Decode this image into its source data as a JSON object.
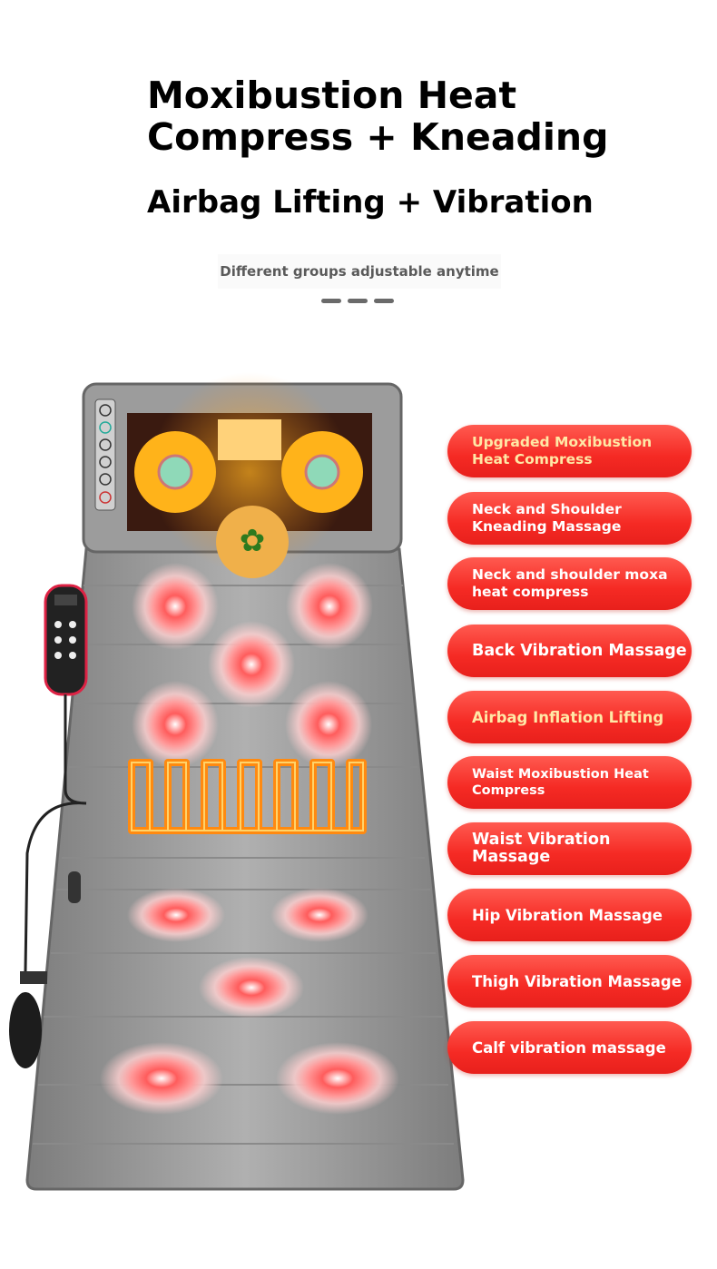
{
  "header": {
    "title": "Moxibustion Heat Compress + Kneading",
    "subtitle": "Airbag Lifting + Vibration",
    "note": "Different groups adjustable anytime"
  },
  "features": [
    "Upgraded Moxibustion Heat Compress",
    "Neck and Shoulder Kneading Massage",
    "Neck and shoulder moxa heat compress",
    "Back Vibration Massage",
    "Airbag Inflation Lifting",
    "Waist Moxibustion Heat Compress",
    "Waist Vibration Massage",
    "Hip Vibration Massage",
    "Thigh Vibration Massage",
    "Calf vibration massage"
  ],
  "colors": {
    "pill": "#f52a24",
    "highlight_text": "#ffe8a6",
    "mat": "#9a9a9a"
  }
}
